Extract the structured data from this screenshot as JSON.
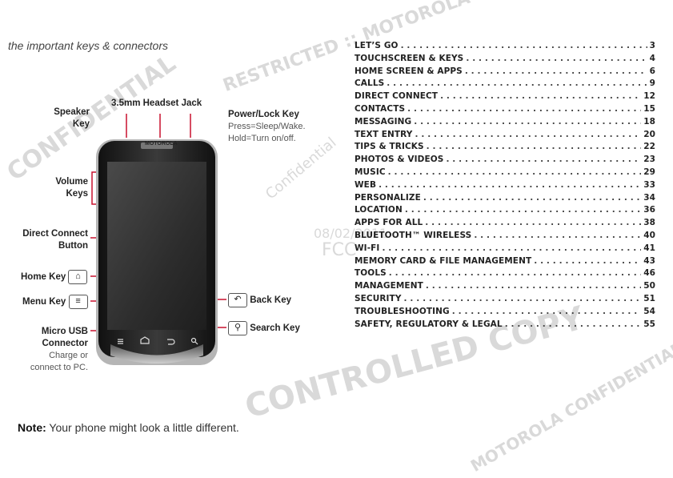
{
  "page": {
    "heading": "the important keys & connectors",
    "note_label": "Note:",
    "note_text": " Your phone might look a little different."
  },
  "watermarks": [
    "CONFIDENTIAL",
    "RESTRICTED :: MOTOROLA",
    "FCC",
    "08/02/2011",
    "Confidential",
    "CONTROLLED COPY",
    "MOTOROLA CONFIDENTIAL RESTRICTED"
  ],
  "labels": {
    "speaker_key": "Speaker\nKey",
    "headset_jack": "3.5mm Headset Jack",
    "power_title": "Power/Lock Key",
    "power_sub1": "Press=Sleep/Wake.",
    "power_sub2": "Hold=Turn on/off.",
    "volume_keys": "Volume\nKeys",
    "direct_connect": "Direct Connect\nButton",
    "home_key": "Home Key",
    "menu_key": "Menu Key",
    "micro_usb_title": "Micro USB\nConnector",
    "micro_usb_sub": "Charge or\nconnect to PC.",
    "back_key": "Back Key",
    "search_key": "Search Key",
    "brand": "MOTOROLA"
  },
  "toc": [
    {
      "title": "LET’S GO",
      "page": "3"
    },
    {
      "title": "TOUCHSCREEN & KEYS",
      "page": "4"
    },
    {
      "title": "HOME SCREEN & APPS",
      "page": "6"
    },
    {
      "title": "CALLS",
      "page": "9"
    },
    {
      "title": "DIRECT CONNECT",
      "page": "12"
    },
    {
      "title": "CONTACTS",
      "page": "15"
    },
    {
      "title": "MESSAGING",
      "page": "18"
    },
    {
      "title": "TEXT ENTRY",
      "page": "20"
    },
    {
      "title": "TIPS & TRICKS",
      "page": "22"
    },
    {
      "title": "PHOTOS & VIDEOS",
      "page": "23"
    },
    {
      "title": "MUSIC",
      "page": "29"
    },
    {
      "title": "WEB",
      "page": "33"
    },
    {
      "title": "PERSONALIZE",
      "page": "34"
    },
    {
      "title": "LOCATION",
      "page": "36"
    },
    {
      "title": "APPS FOR ALL",
      "page": "38"
    },
    {
      "title": "BLUETOOTH™ WIRELESS",
      "page": "40"
    },
    {
      "title": "WI-FI",
      "page": "41"
    },
    {
      "title": "MEMORY CARD & FILE MANAGEMENT",
      "page": "43"
    },
    {
      "title": "TOOLS",
      "page": "46"
    },
    {
      "title": "MANAGEMENT",
      "page": "50"
    },
    {
      "title": "SECURITY",
      "page": "51"
    },
    {
      "title": "TROUBLESHOOTING",
      "page": "54"
    },
    {
      "title": "SAFETY, REGULATORY & LEGAL",
      "page": "55"
    }
  ],
  "colors": {
    "callout": "#c8102e",
    "text": "#222222",
    "watermark": "#d9d9d9"
  }
}
